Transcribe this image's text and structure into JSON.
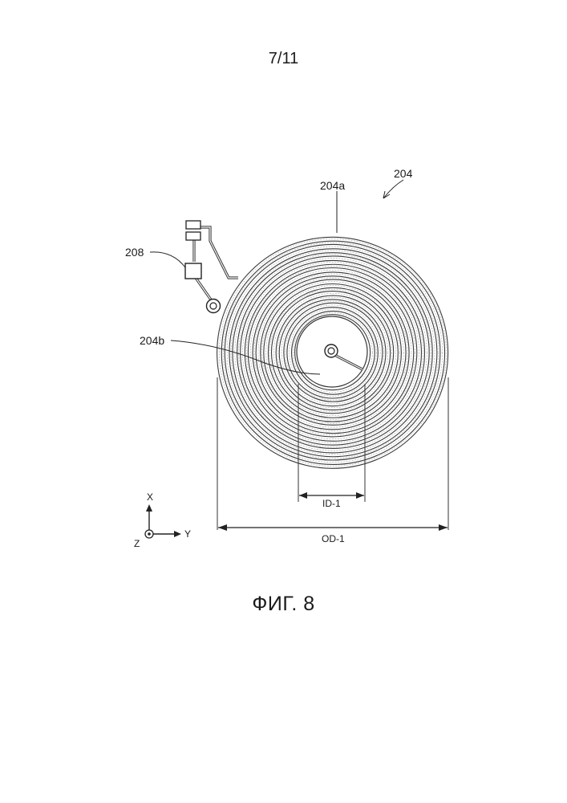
{
  "page": {
    "number": "7/11",
    "caption": "ФИГ. 8"
  },
  "figure": {
    "labels": {
      "assembly": "204",
      "coil_outer_turn": "204a",
      "coil_inner_turn": "204b",
      "component": "208"
    },
    "dimensions": {
      "inner_diameter": "ID-1",
      "outer_diameter": "OD-1"
    },
    "axes": {
      "x": "X",
      "y": "Y",
      "z": "Z"
    }
  }
}
